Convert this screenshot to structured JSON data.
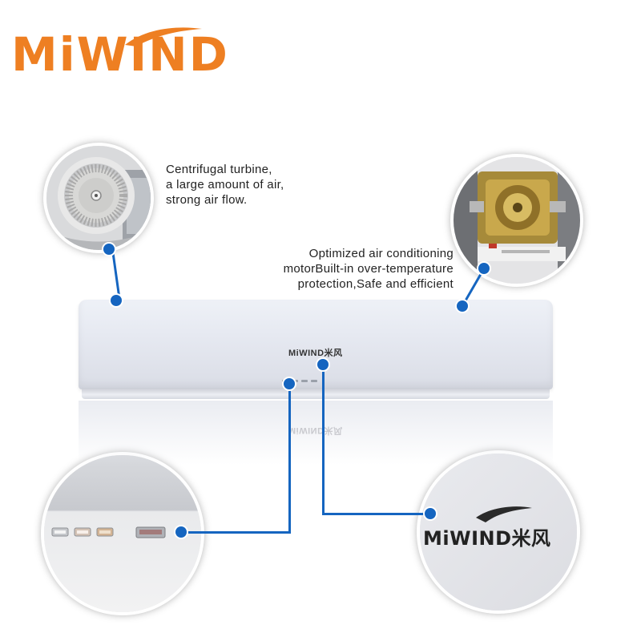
{
  "brand": {
    "logo_text": "MiWIND",
    "logo_color": "#ee7f22",
    "unit_label": "MiWIND米风",
    "closeup_label": "MiWIND米风"
  },
  "callouts": {
    "turbine": [
      "Centrifugal turbine,",
      "a large amount of air,",
      "strong air flow."
    ],
    "motor": [
      "Optimized air conditioning",
      "motorBuilt-in over-temperature",
      "protection,Safe and efficient"
    ]
  },
  "colors": {
    "connector": "#1565c0",
    "unit": "#e6e9f1"
  },
  "icons": {
    "turbine": "centrifugal-turbine-photo",
    "motor": "motor-photo",
    "buttons": "control-buttons-photo",
    "logo": "logo-closeup-photo"
  }
}
